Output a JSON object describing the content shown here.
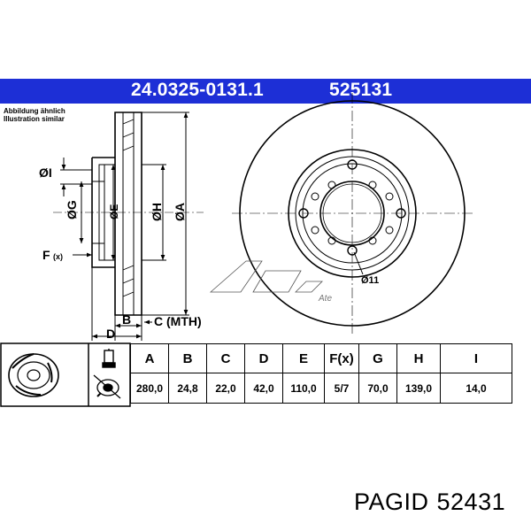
{
  "header": {
    "part_number": "24.0325-0131.1",
    "ref_number": "525131",
    "caption_line1": "Abbildung ähnlich",
    "caption_line2": "Illustration similar"
  },
  "drawing_labels": {
    "dim_I": "ØI",
    "dim_G": "ØG",
    "dim_E": "ØE",
    "dim_H": "ØH",
    "dim_A": "ØA",
    "dim_F": "F",
    "dim_F_sub": "(x)",
    "dim_B": "B",
    "dim_C": "C (MTH)",
    "dim_D": "D",
    "hole_label": "Ø11",
    "logo_text": "Ate"
  },
  "spec_table": {
    "columns": [
      {
        "key": "A",
        "label": "A",
        "value": "280,0"
      },
      {
        "key": "B",
        "label": "B",
        "value": "24,8"
      },
      {
        "key": "C",
        "label": "C",
        "value": "22,0"
      },
      {
        "key": "D",
        "label": "D",
        "value": "42,0"
      },
      {
        "key": "E",
        "label": "E",
        "value": "110,0"
      },
      {
        "key": "F",
        "label": "F(x)",
        "value": "5/7"
      },
      {
        "key": "G",
        "label": "G",
        "value": "70,0"
      },
      {
        "key": "H",
        "label": "H",
        "value": "139,0"
      },
      {
        "key": "I",
        "label": "I",
        "value": "14,0"
      }
    ]
  },
  "footer": {
    "brand": "PAGID",
    "code": "52431"
  },
  "colors": {
    "banner_blue": "#1d2fd6",
    "line": "#000000"
  }
}
